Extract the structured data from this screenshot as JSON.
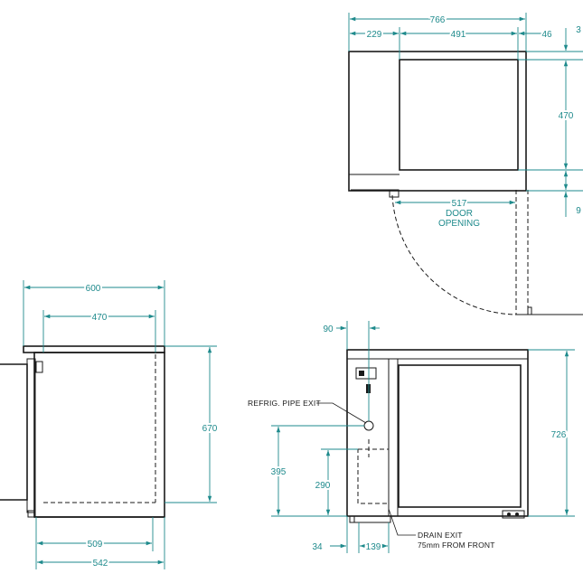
{
  "top_view": {
    "overall_width": "766",
    "left_offset": "229",
    "glass_width": "491",
    "right_offset": "46",
    "top_offset": "3",
    "glass_depth": "470",
    "bottom_offset": "9",
    "door_opening_value": "517",
    "door_opening_line1": "DOOR",
    "door_opening_line2": "OPENING"
  },
  "side_view": {
    "top_width": "600",
    "inner_width": "470",
    "height": "670",
    "base_width": "509",
    "bottom_width": "542"
  },
  "front_view": {
    "pipe_offset": "90",
    "pipe_label": "REFRIG. PIPE EXIT",
    "pipe_height": "395",
    "drain_height": "290",
    "height": "726",
    "left_offset": "34",
    "drain_offset": "139",
    "drain_label_line1": "DRAIN EXIT",
    "drain_label_line2": "75mm FROM FRONT"
  }
}
